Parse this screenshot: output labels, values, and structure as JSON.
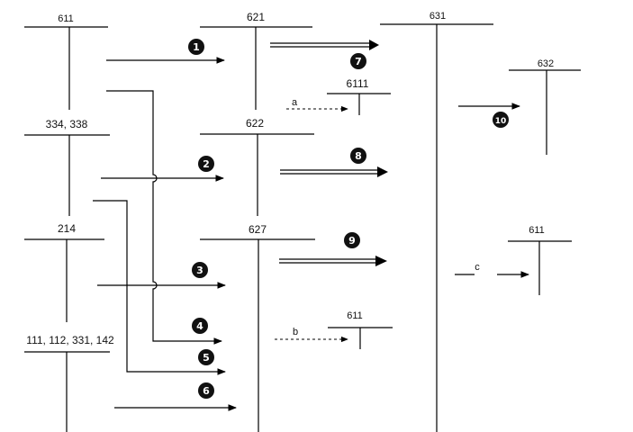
{
  "accounts": {
    "t611_top": "611",
    "t621": "621",
    "t631": "631",
    "t6111": "6111",
    "t632": "632",
    "t334": "334, 338",
    "t622": "622",
    "t214": "214",
    "t627": "627",
    "t611_right": "611",
    "t611_bottom": "611",
    "t111": "111, 112, 331, 142"
  },
  "letters": {
    "a": "a",
    "b": "b",
    "c": "c"
  },
  "steps": [
    "1",
    "2",
    "3",
    "4",
    "5",
    "6",
    "7",
    "8",
    "9",
    "10"
  ],
  "colors": {
    "line": "#000000",
    "badge": "#111111"
  }
}
